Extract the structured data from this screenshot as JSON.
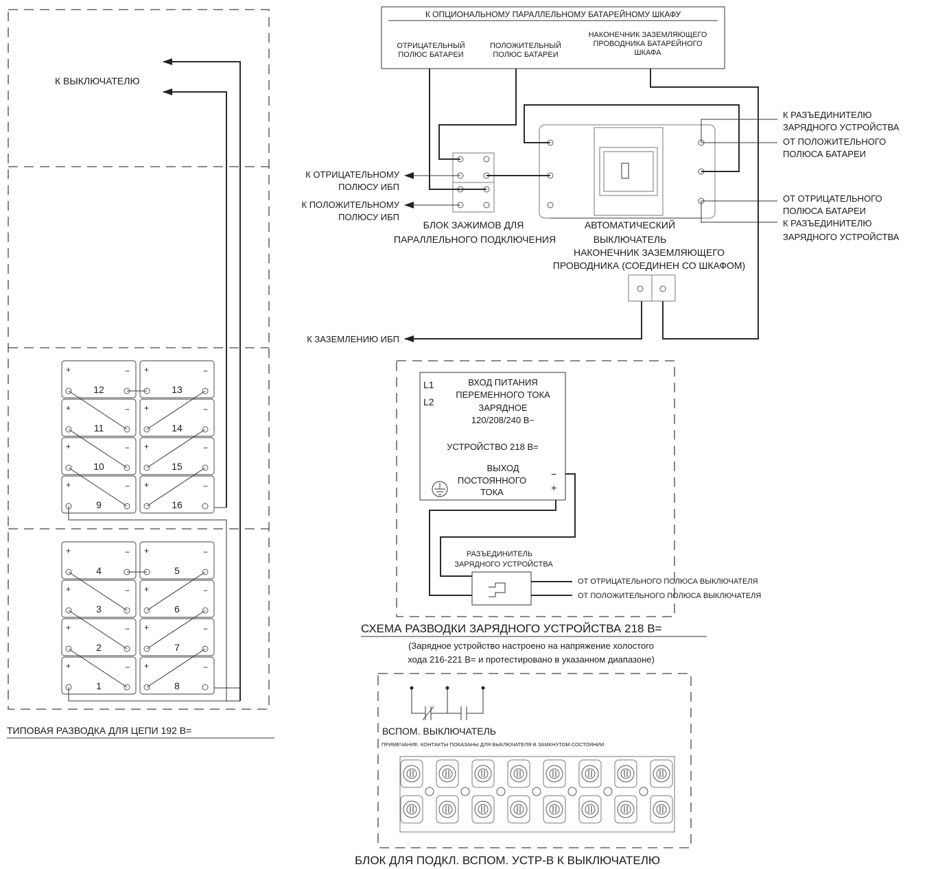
{
  "left_panel": {
    "to_breaker": "К ВЫКЛЮЧАТЕЛЮ",
    "caption": "ТИПОВАЯ РАЗВОДКА ДЛЯ ЦЕПИ 192 В=",
    "plus": "+",
    "minus": "−",
    "batteries": [
      "1",
      "2",
      "3",
      "4",
      "5",
      "6",
      "7",
      "8",
      "9",
      "10",
      "11",
      "12",
      "13",
      "14",
      "15",
      "16"
    ]
  },
  "cabinet": {
    "title": "К ОПЦИОНАЛЬНОМУ ПАРАЛЛЕЛЬНОМУ БАТАРЕЙНОМУ ШКАФУ",
    "neg_pole": [
      "ОТРИЦАТЕЛЬНЫЙ",
      "ПОЛЮС БАТАРЕИ"
    ],
    "pos_pole": [
      "ПОЛОЖИТЕЛЬНЫЙ",
      "ПОЛЮС БАТАРЕИ"
    ],
    "ground_lug": [
      "НАКОНЕЧНИК ЗАЗЕМЛЯЮЩЕГО",
      "ПРОВОДНИКА БАТАРЕЙНОГО",
      "ШКАФА"
    ]
  },
  "ups": {
    "to_neg": [
      "К ОТРИЦАТЕЛЬНОМУ",
      "ПОЛЮСУ ИБП"
    ],
    "to_pos": [
      "К ПОЛОЖИТЕЛЬНОМУ",
      "ПОЛЮСУ ИБП"
    ],
    "to_ground": "К ЗАЗЕМЛЕНИЮ ИБП"
  },
  "terminal_block": [
    "БЛОК ЗАЖИМОВ ДЛЯ",
    "ПАРАЛЛЕЛЬНОГО ПОДКЛЮЧЕНИЯ"
  ],
  "breaker": {
    "label": [
      "АВТОМАТИЧЕСКИЙ",
      "ВЫКЛЮЧАТЕЛЬ"
    ],
    "ground_lug": [
      "НАКОНЕЧНИК ЗАЗЕМЛЯЮЩЕГО",
      "ПРОВОДНИКА (СОЕДИНЕН СО ШКАФОМ)"
    ],
    "to_disconnect_1": [
      "К РАЗЪЕДИНИТЕЛЮ",
      "ЗАРЯДНОГО УСТРОЙСТВА"
    ],
    "from_pos": [
      "ОТ ПОЛОЖИТЕЛЬНОГО",
      "ПОЛЮСА БАТАРЕИ"
    ],
    "from_neg": [
      "ОТ ОТРИЦАТЕЛЬНОГО",
      "ПОЛЮСА БАТАРЕИ"
    ],
    "to_disconnect_2": [
      "К РАЗЪЕДИНИТЕЛЮ",
      "ЗАРЯДНОГО УСТРОЙСТВА"
    ]
  },
  "charger": {
    "l1": "L1",
    "l2": "L2",
    "ac_input": [
      "ВХОД ПИТАНИЯ",
      "ПЕРЕМЕННОГО ТОКА",
      "ЗАРЯДНОЕ",
      "120/208/240 В~"
    ],
    "device": "УСТРОЙСТВО 218 В=",
    "dc_output": [
      "ВЫХОД",
      "ПОСТОЯННОГО",
      "ТОКА"
    ],
    "minus": "−",
    "plus": "+",
    "disconnect": [
      "РАЗЪЕДИНИТЕЛЬ",
      "ЗАРЯДНОГО УСТРОЙСТВА"
    ],
    "from_neg_breaker": "ОТ ОТРИЦАТЕЛЬНОГО ПОЛЮСА ВЫКЛЮЧАТЕЛЯ",
    "from_pos_breaker": "ОТ ПОЛОЖИТЕЛЬНОГО ПОЛЮСА ВЫКЛЮЧАТЕЛЯ",
    "title": "СХЕМА РАЗВОДКИ ЗАРЯДНОГО УСТРОЙСТВА 218 В=",
    "note": [
      "(Зарядное устройство настроено на напряжение холостого",
      "хода 216-221 В= и протестировано в указанном диапазоне)"
    ]
  },
  "aux": {
    "label": "ВСПОМ. ВЫКЛЮЧАТЕЛЬ",
    "note": "ПРИМЕЧАНИЕ. КОНТАКТЫ ПОКАЗАНЫ ДЛЯ ВЫКЛЮЧАТЕЛЯ В ЗАМКНУТОМ СОСТОЯНИИ",
    "title": "БЛОК ДЛЯ ПОДКЛ. ВСПОМ. УСТР-В К ВЫКЛЮЧАТЕЛЮ"
  }
}
